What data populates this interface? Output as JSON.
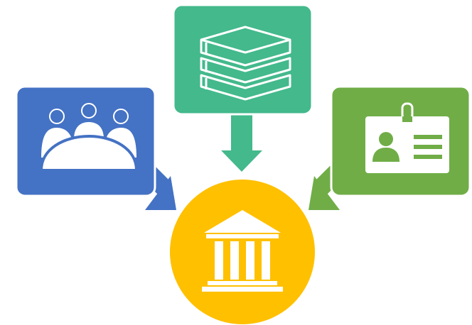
{
  "diagram": {
    "type": "three-inputs-to-center",
    "nodes": [
      {
        "id": "people",
        "icon": "group-of-people-icon",
        "color": "#4472C4"
      },
      {
        "id": "books",
        "icon": "stack-of-books-icon",
        "color": "#43B98C"
      },
      {
        "id": "id-card",
        "icon": "id-badge-icon",
        "color": "#70AD47"
      },
      {
        "id": "institution",
        "icon": "bank-building-icon",
        "color": "#FFC000"
      }
    ],
    "edges": [
      {
        "from": "people",
        "to": "institution",
        "color": "#4472C4"
      },
      {
        "from": "books",
        "to": "institution",
        "color": "#43B98C"
      },
      {
        "from": "id-card",
        "to": "institution",
        "color": "#70AD47"
      }
    ]
  }
}
